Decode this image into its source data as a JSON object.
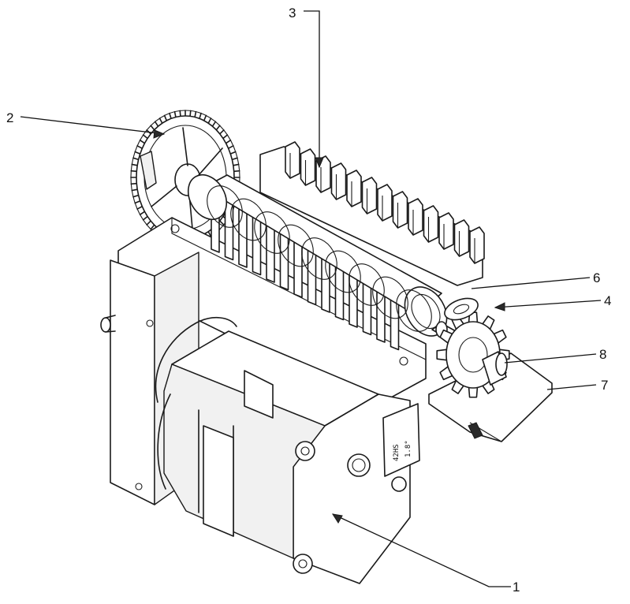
{
  "callouts": [
    {
      "id": "1",
      "label": "1"
    },
    {
      "id": "2",
      "label": "2"
    },
    {
      "id": "3",
      "label": "3"
    },
    {
      "id": "4",
      "label": "4"
    },
    {
      "id": "6",
      "label": "6"
    },
    {
      "id": "7",
      "label": "7"
    },
    {
      "id": "8",
      "label": "8"
    }
  ],
  "motor_label": {
    "line1": "42HS",
    "line2": "1.8°"
  }
}
